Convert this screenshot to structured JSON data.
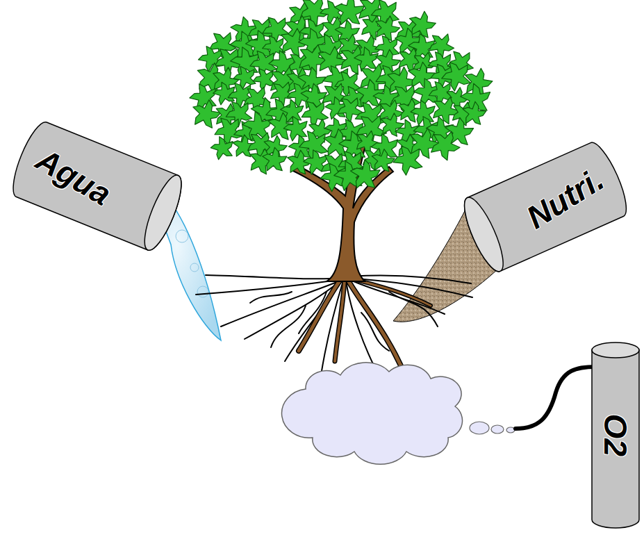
{
  "diagram": {
    "nodes": [
      {
        "text": [
          "Agua"
        ]
      },
      {
        "text": [
          "Nutri."
        ]
      },
      {
        "text": [
          "O2"
        ]
      }
    ]
  }
}
